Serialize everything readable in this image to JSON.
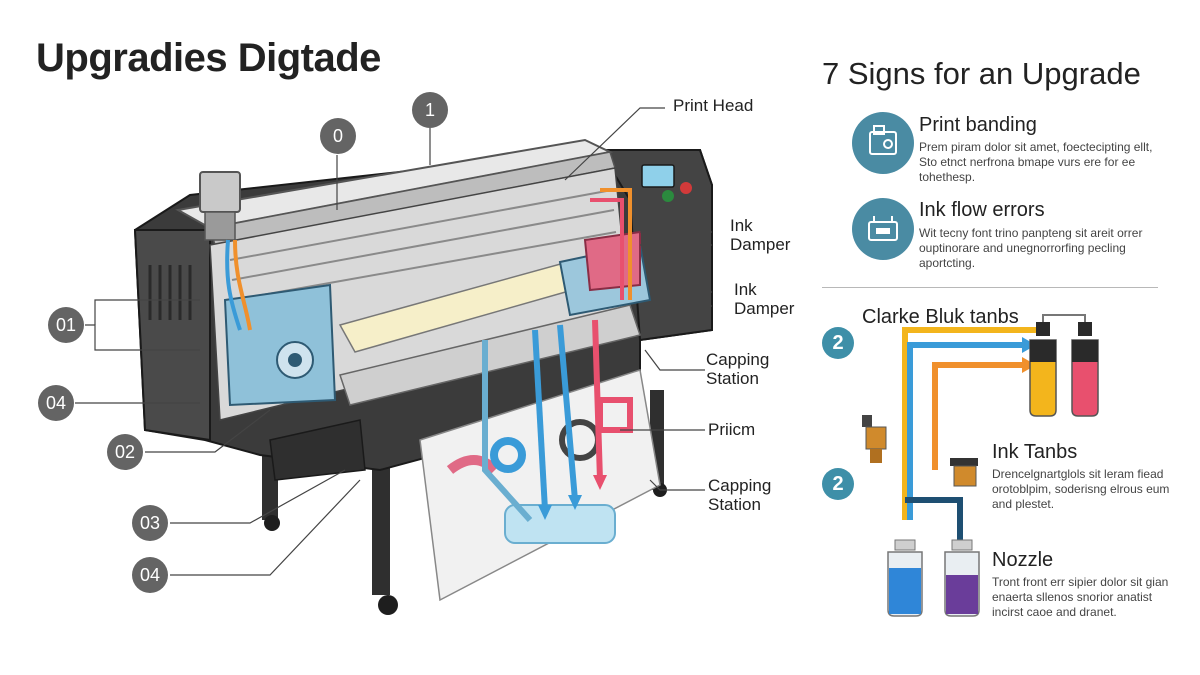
{
  "header": {
    "title": "Upgradies Digtade"
  },
  "callouts": {
    "print_head": "Print Head",
    "ink_damper_1": "Ink\nDamper",
    "ink_damper_2": "Ink\nDamper",
    "capping_station_1": "Capping\nStation",
    "prism": "Priicm",
    "capping_station_2": "Capping\nStation"
  },
  "badges": {
    "b0": "0",
    "b1": "1",
    "b01": "01",
    "b04a": "04",
    "b02": "02",
    "b03": "03",
    "b04b": "04"
  },
  "signs": {
    "title": "7 Signs for an Upgrade",
    "items": [
      {
        "title": "Print banding",
        "desc": "Prem piram dolor sit amet, foectecipting ellt, Sto etnct nerfrona bmape vurs ere for ee tohethesp.",
        "icon": "printer-icon"
      },
      {
        "title": "Ink flow errors",
        "desc": "Wit tecny font trino panpteng sit areit orrer ouptinorare and unegnorrorfing pecling aportcting.",
        "icon": "ink-system-icon"
      }
    ]
  },
  "bulk": {
    "title": "Clarke Bluk tanbs",
    "badge1": "2",
    "badge2": "2",
    "ink_tanks_title": "Ink Tanbs",
    "ink_tanks_desc": "Drencelgnartglols sit leram fiead orotoblpim, soderisng elrous eum and plestet.",
    "nozzle_title": "Nozzle",
    "nozzle_desc": "Tront front err sipier dolor sit gian enaerta sllenos snorior anatist incirst caoe and dranet."
  },
  "colors": {
    "teal": "#4a8ba3",
    "badge_gray": "#646464",
    "ink_yellow": "#f3b51c",
    "ink_magenta": "#e8506e",
    "ink_cyan": "#3a9bd8",
    "ink_blue": "#1e4f72",
    "ink_orange": "#f0902c",
    "ink_purple": "#6a3d9a",
    "printer_body": "#3b3b3b"
  }
}
